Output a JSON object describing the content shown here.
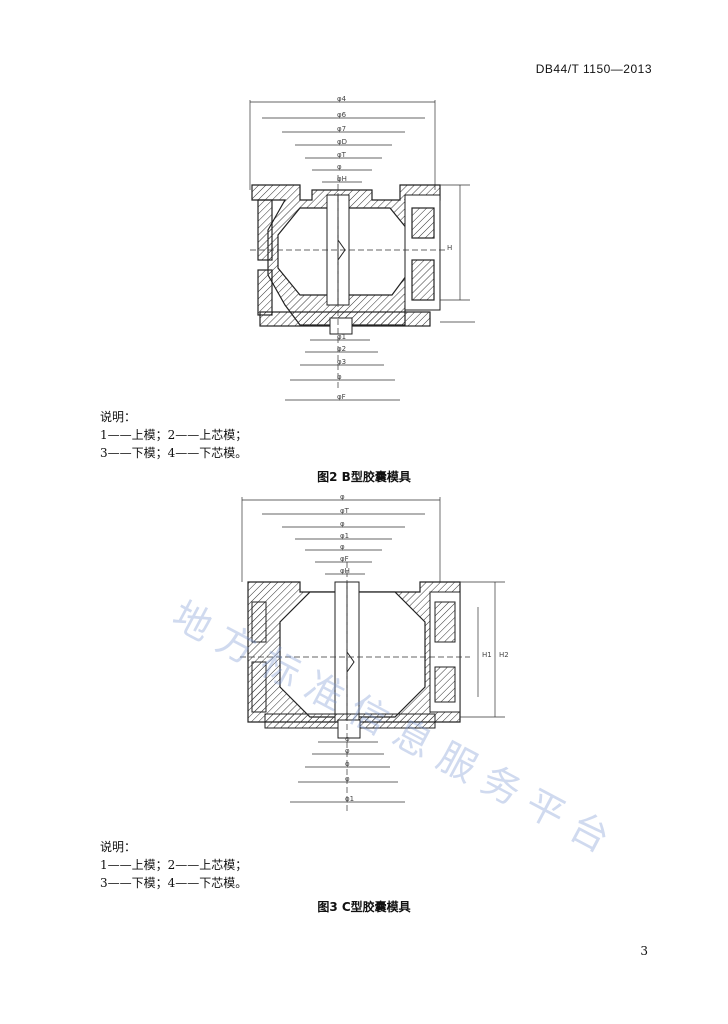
{
  "header": {
    "doc_code": "DB44/T 1150—2013"
  },
  "figures": [
    {
      "legend_title": "说明：",
      "legend_lines": [
        "1——上模；2——上芯模；",
        "3——下模；4——下芯模。"
      ],
      "caption": "图2   B型胶囊模具"
    },
    {
      "legend_title": "说明：",
      "legend_lines": [
        "1——上模；2——上芯模；",
        "3——下模；4——下芯模。"
      ],
      "caption": "图3   C型胶囊模具"
    }
  ],
  "watermark": "地方标准信息服务平台",
  "page_number": "3"
}
